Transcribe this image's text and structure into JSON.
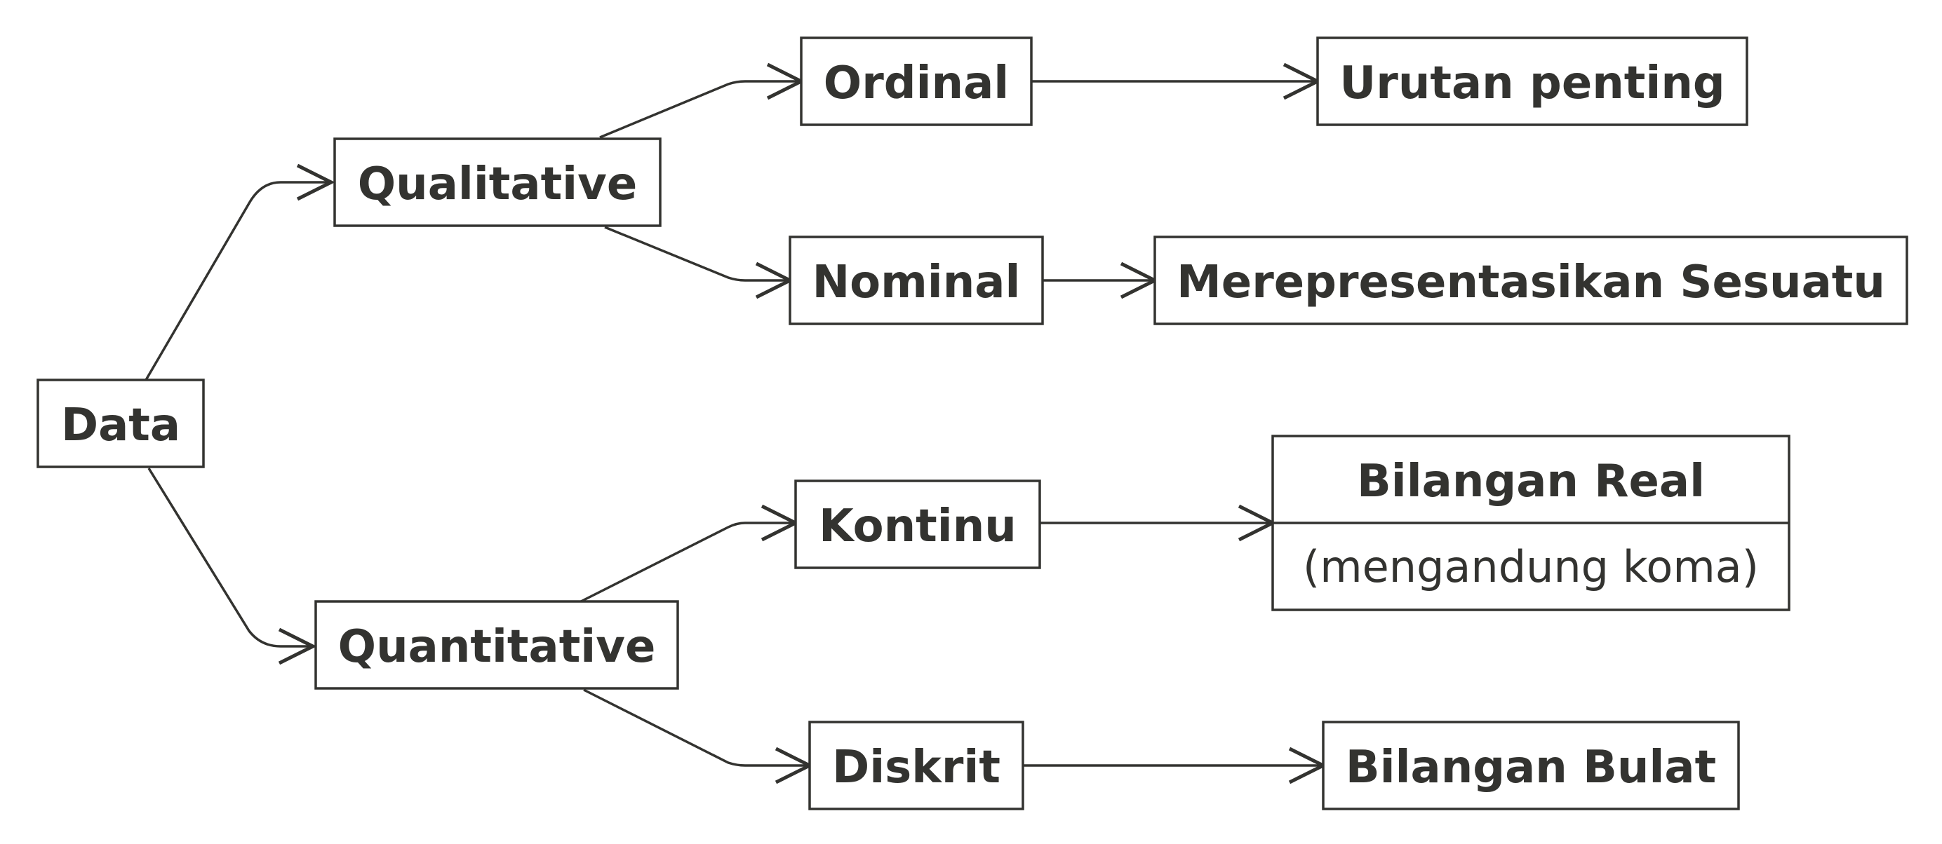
{
  "nodes": {
    "data": "Data",
    "qualitative": "Qualitative",
    "quantitative": "Quantitative",
    "ordinal": "Ordinal",
    "nominal": "Nominal",
    "kontinu": "Kontinu",
    "diskrit": "Diskrit",
    "urutan_penting": "Urutan penting",
    "merepresentasikan": "Merepresentasikan Sesuatu",
    "bilangan_real_title": "Bilangan Real",
    "bilangan_real_note": "(mengandung koma)",
    "bilangan_bulat": "Bilangan Bulat"
  },
  "edges": [
    {
      "from": "data",
      "to": "qualitative"
    },
    {
      "from": "data",
      "to": "quantitative"
    },
    {
      "from": "qualitative",
      "to": "ordinal"
    },
    {
      "from": "qualitative",
      "to": "nominal"
    },
    {
      "from": "quantitative",
      "to": "kontinu"
    },
    {
      "from": "quantitative",
      "to": "diskrit"
    },
    {
      "from": "ordinal",
      "to": "urutan_penting"
    },
    {
      "from": "nominal",
      "to": "merepresentasikan"
    },
    {
      "from": "kontinu",
      "to": "bilangan_real_title"
    },
    {
      "from": "diskrit",
      "to": "bilangan_bulat"
    }
  ]
}
